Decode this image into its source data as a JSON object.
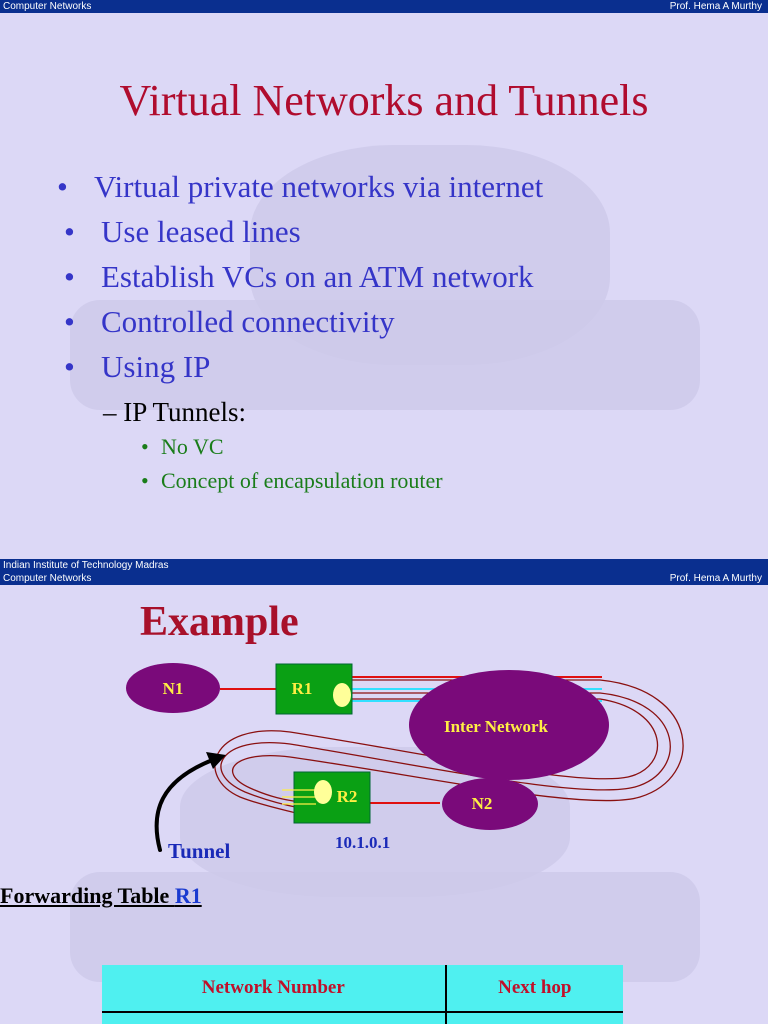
{
  "slide1": {
    "header": {
      "course": "Computer Networks",
      "author": "Prof. Hema A Murthy"
    },
    "title": "Virtual Networks and Tunnels",
    "bullets": [
      "Virtual private networks via internet",
      "Use leased lines",
      "Establish VCs on an ATM network",
      "Controlled connectivity",
      "Using IP"
    ],
    "sub_bullet": "– IP Tunnels:",
    "sub_sub_bullets": [
      "No VC",
      "Concept of encapsulation router"
    ],
    "footer": "Indian Institute of Technology Madras",
    "bullet_glyph": "•"
  },
  "slide2": {
    "header": {
      "course": "Computer Networks",
      "author": "Prof. Hema A Murthy"
    },
    "title": "Example",
    "diagram": {
      "n1": "N1",
      "r1": "R1",
      "inter_network": "Inter Network",
      "r2": "R2",
      "n2": "N2",
      "tunnel": "Tunnel",
      "address": "10.1.0.1"
    },
    "forwarding_title": "Forwarding Table ",
    "forwarding_router": "R1",
    "table_headers": [
      "Network Number",
      "Next hop"
    ],
    "colors": {
      "network_fill": "#7a0a7a",
      "router_fill": "#0aa014",
      "label_yellow": "#ffee44",
      "link_red": "#e01010",
      "link_cyan": "#33e0ff",
      "tunnel_path": "#8a1010"
    }
  }
}
